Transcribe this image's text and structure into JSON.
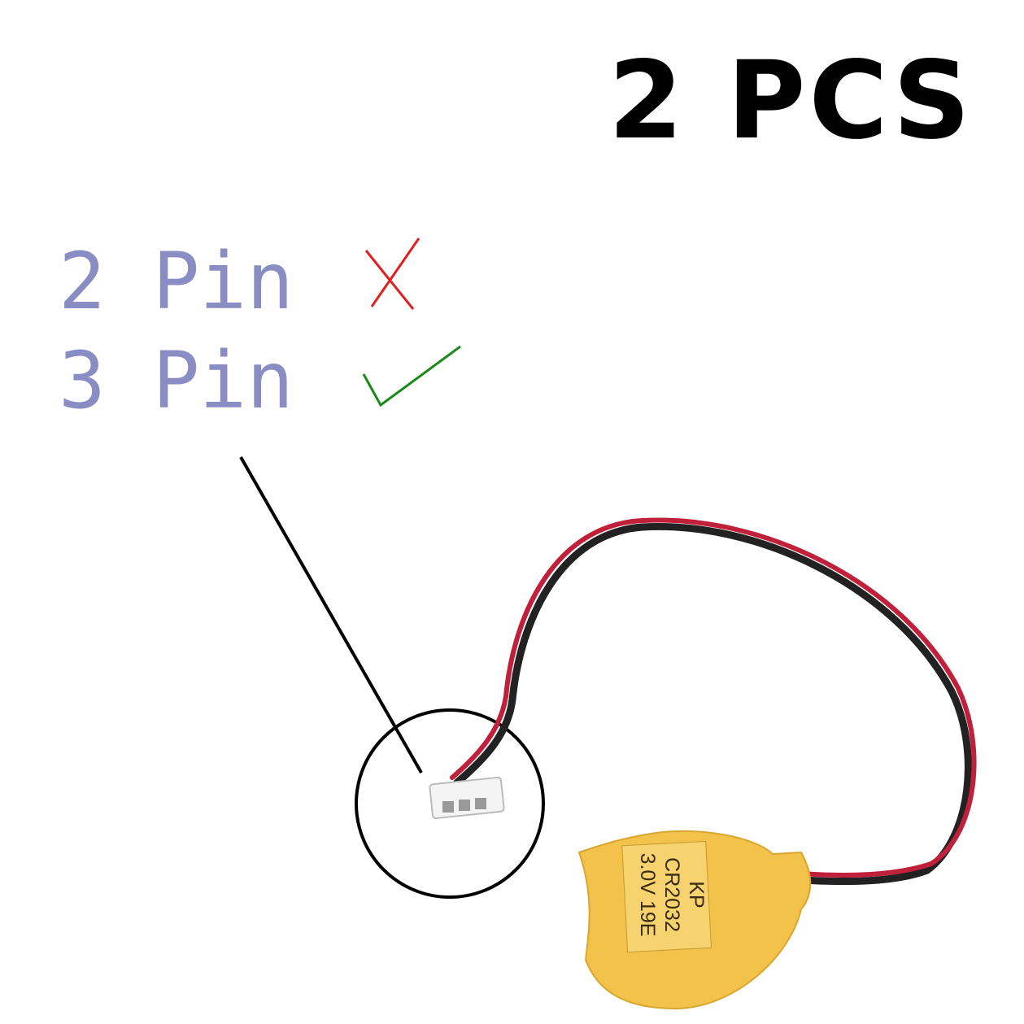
{
  "title": "2 PCS",
  "options": [
    {
      "label": "2 Pin",
      "status": "incorrect",
      "mark_color": "#e02020"
    },
    {
      "label": "3 Pin",
      "status": "correct",
      "mark_color": "#1a8a1a"
    }
  ],
  "battery_label": [
    "KP",
    "CR2032",
    "3.0V 19E"
  ],
  "colors": {
    "text_pins": "#8a8cc4",
    "battery": "#f2c24a",
    "wire_red": "#c0203a",
    "wire_black": "#222222"
  }
}
